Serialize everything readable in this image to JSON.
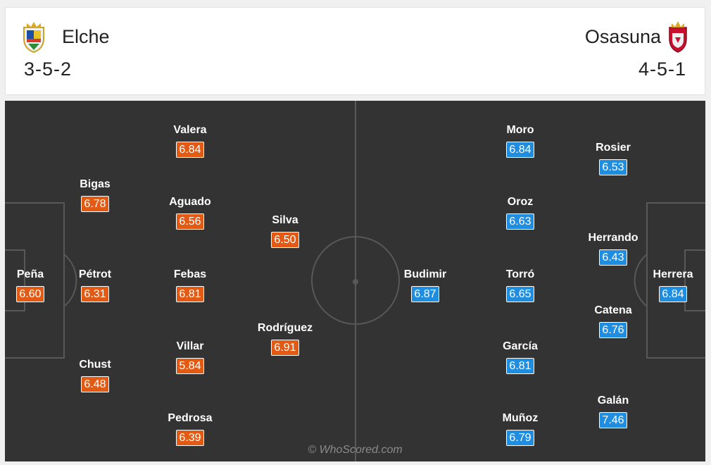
{
  "home": {
    "name": "Elche",
    "formation": "3-5-2",
    "crest_icon": "elche-crest-icon",
    "players": [
      {
        "name": "Peña",
        "rating": "6.60"
      },
      {
        "name": "Bigas",
        "rating": "6.78"
      },
      {
        "name": "Pétrot",
        "rating": "6.31"
      },
      {
        "name": "Chust",
        "rating": "6.48"
      },
      {
        "name": "Valera",
        "rating": "6.84"
      },
      {
        "name": "Aguado",
        "rating": "6.56"
      },
      {
        "name": "Febas",
        "rating": "6.81"
      },
      {
        "name": "Villar",
        "rating": "5.84"
      },
      {
        "name": "Pedrosa",
        "rating": "6.39"
      },
      {
        "name": "Silva",
        "rating": "6.50"
      },
      {
        "name": "Rodríguez",
        "rating": "6.91"
      }
    ]
  },
  "away": {
    "name": "Osasuna",
    "formation": "4-5-1",
    "crest_icon": "osasuna-crest-icon",
    "players": [
      {
        "name": "Herrera",
        "rating": "6.84"
      },
      {
        "name": "Rosier",
        "rating": "6.53"
      },
      {
        "name": "Herrando",
        "rating": "6.43"
      },
      {
        "name": "Catena",
        "rating": "6.76"
      },
      {
        "name": "Galán",
        "rating": "7.46"
      },
      {
        "name": "Moro",
        "rating": "6.84"
      },
      {
        "name": "Oroz",
        "rating": "6.63"
      },
      {
        "name": "Torró",
        "rating": "6.65"
      },
      {
        "name": "García",
        "rating": "6.81"
      },
      {
        "name": "Muñoz",
        "rating": "6.79"
      },
      {
        "name": "Budimir",
        "rating": "6.87"
      }
    ]
  },
  "watermark": "© WhoScored.com",
  "colors": {
    "pitch": "#333333",
    "pitch_lines": "#585858",
    "home_rating": "#e25a14",
    "away_rating": "#1f8de0"
  }
}
